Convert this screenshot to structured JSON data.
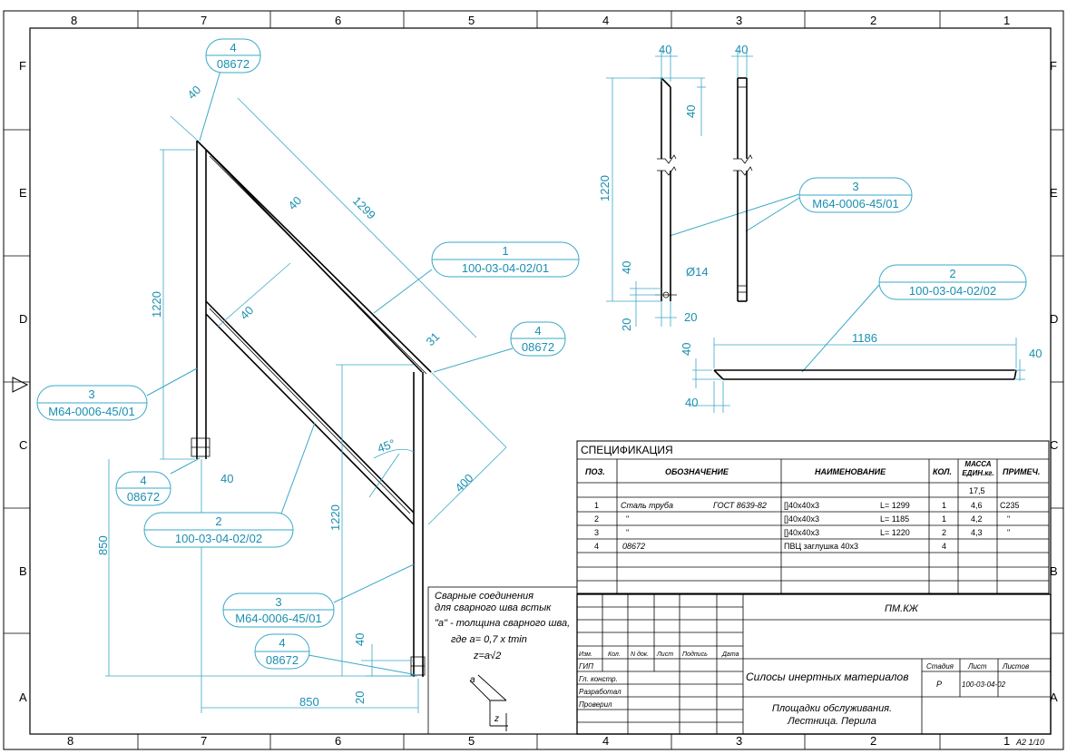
{
  "frame": {
    "col_numbers": [
      "8",
      "7",
      "6",
      "5",
      "4",
      "3",
      "2",
      "1"
    ],
    "row_letters": [
      "F",
      "E",
      "D",
      "C",
      "B",
      "A"
    ]
  },
  "dimensions": {
    "d40_top": "40",
    "d40_diag": "40",
    "d1299": "1299",
    "d1220_left": "1220",
    "d40_mid": "40",
    "d31": "31",
    "d45": "45°",
    "d400": "400",
    "d1220_right": "1220",
    "d850_v": "850",
    "d40_foot": "40",
    "d850_h": "850",
    "d40_post": "40",
    "d20_post": "20",
    "dA_40": "40",
    "dB_40": "40",
    "dA_40b": "40",
    "d1220_view": "1220",
    "dA_40c": "40",
    "d14": "Ø14",
    "dA_20": "20",
    "dA_20b": "20",
    "d1186": "1186",
    "d2_40a": "40",
    "d2_40b": "40",
    "d2_40c": "40"
  },
  "callouts": [
    {
      "top": "4",
      "bottom": "08672"
    },
    {
      "top": "1",
      "bottom": "100-03-04-02/01"
    },
    {
      "top": "4",
      "bottom": "08672"
    },
    {
      "top": "3",
      "bottom": "M64-0006-45/01"
    },
    {
      "top": "4",
      "bottom": "08672"
    },
    {
      "top": "2",
      "bottom": "100-03-04-02/02"
    },
    {
      "top": "3",
      "bottom": "M64-0006-45/01"
    },
    {
      "top": "4",
      "bottom": "08672"
    },
    {
      "top": "3",
      "bottom": "M64-0006-45/01"
    },
    {
      "top": "2",
      "bottom": "100-03-04-02/02"
    }
  ],
  "weld_note": {
    "line1": "Сварные соединения",
    "line2": "для сварного шва встык",
    "line3": "\"a\" - толщина сварного шва,",
    "line4": "где  a= 0,7 x tmin",
    "line5": "z=a√2",
    "sym_a": "a",
    "sym_z": "z"
  },
  "spec": {
    "title": "СПЕЦИФИКАЦИЯ",
    "headers": [
      "ПОЗ.",
      "ОБОЗНАЧЕНИЕ",
      "НАИМЕНОВАНИЕ",
      "КОЛ.",
      "МАССА ЕДИН.кг.",
      "ПРИМЕЧ."
    ],
    "total_mass": "17,5",
    "rows": [
      {
        "pos": "1",
        "desig": "Сталь труба",
        "gost": "ГОСТ 8639-82",
        "name": "[]40х40х3",
        "len": "L=  1299",
        "qty": "1",
        "mass": "4,6",
        "note": "С235"
      },
      {
        "pos": "2",
        "desig": "\"",
        "gost": "",
        "name": "[]40х40х3",
        "len": "L=  1185",
        "qty": "1",
        "mass": "4,2",
        "note": "\""
      },
      {
        "pos": "3",
        "desig": "\"",
        "gost": "",
        "name": "[]40х40х3",
        "len": "L=  1220",
        "qty": "2",
        "mass": "4,3",
        "note": "\""
      },
      {
        "pos": "4",
        "desig": "08672",
        "gost": "",
        "name": "ПВЦ заглушка 40х3",
        "len": "",
        "qty": "4",
        "mass": "",
        "note": ""
      }
    ]
  },
  "title_block": {
    "code": "ПМ.КЖ",
    "headers": [
      "Изм.",
      "Кол.",
      "N док.",
      "Лист",
      "Подпись",
      "Дата"
    ],
    "roles": [
      "ГИП",
      "Гл. констр.",
      "Разработал",
      "Проверил"
    ],
    "project": "Силосы инертных материалов",
    "stage_h": "Стадия",
    "sheet_h": "Лист",
    "sheets_h": "Листов",
    "stage": "Р",
    "sheet_no": "100-03-04-02",
    "name1": "Площадки обслуживания.",
    "name2": "Лестница. Перила",
    "format": "A2  1/10"
  }
}
